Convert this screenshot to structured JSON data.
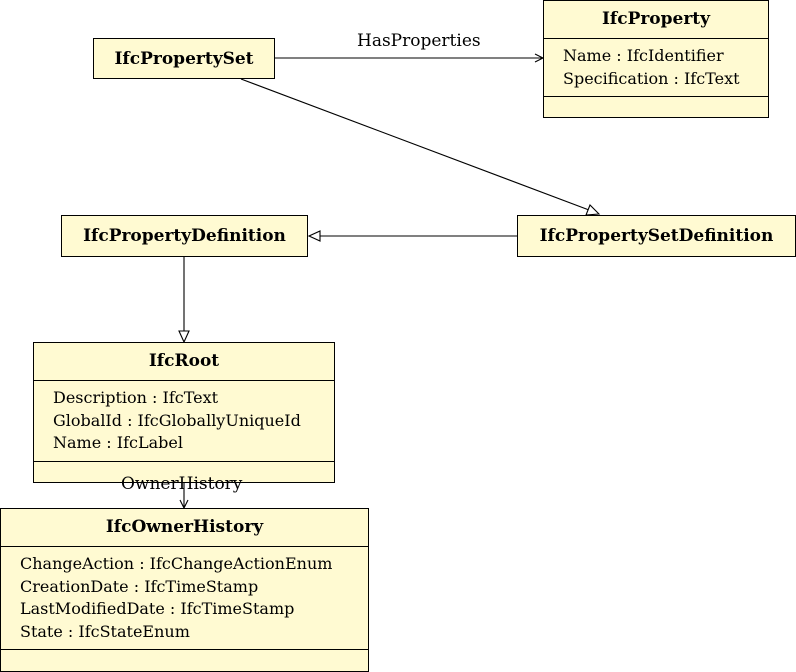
{
  "classes": {
    "property_set": {
      "name": "IfcPropertySet"
    },
    "property": {
      "name": "IfcProperty",
      "attributes": [
        "Name : IfcIdentifier",
        "Specification : IfcText"
      ]
    },
    "property_definition": {
      "name": "IfcPropertyDefinition"
    },
    "property_set_definition": {
      "name": "IfcPropertySetDefinition"
    },
    "root": {
      "name": "IfcRoot",
      "attributes": [
        "Description : IfcText",
        "GlobalId : IfcGloballyUniqueId",
        "Name : IfcLabel"
      ]
    },
    "owner_history": {
      "name": "IfcOwnerHistory",
      "attributes": [
        "ChangeAction : IfcChangeActionEnum",
        "CreationDate : IfcTimeStamp",
        "LastModifiedDate : IfcTimeStamp",
        "State : IfcStateEnum"
      ]
    }
  },
  "relations": {
    "has_properties": "HasProperties",
    "owner_history": "OwnerHistory"
  }
}
